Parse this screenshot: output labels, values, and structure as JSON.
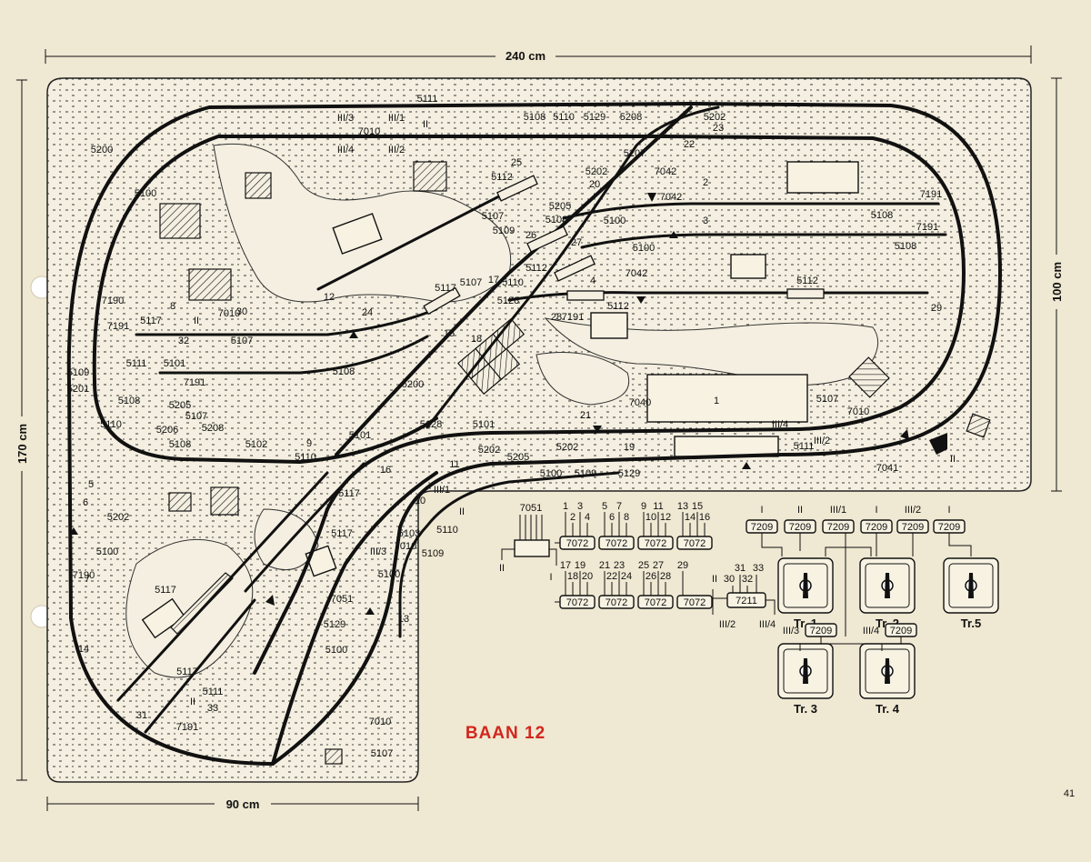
{
  "title": "BAAN 12",
  "page_number": "41",
  "dimensions": {
    "width": "240 cm",
    "height": "170 cm",
    "depth": "100 cm",
    "bottom": "90 cm"
  },
  "track_labels": [
    "5111",
    "5108",
    "5110",
    "5129",
    "5208",
    "5202",
    "23",
    "III/3",
    "III/1",
    "II",
    "7010",
    "III/4",
    "III/2",
    "22",
    "5207",
    "5200",
    "5100",
    "25",
    "5112",
    "5202",
    "20",
    "7042",
    "2",
    "7191",
    "5108",
    "7042",
    "3",
    "7191",
    "5108",
    "26",
    "5108",
    "27",
    "5205",
    "5100",
    "5109",
    "5107",
    "5100",
    "5112",
    "5110",
    "7042",
    "4",
    "5112",
    "5107",
    "17",
    "5128",
    "5117",
    "5112",
    "29",
    "7191",
    "28",
    "18",
    "15",
    "24",
    "12",
    "7190",
    "5117",
    "7191",
    "8",
    "7010",
    "30",
    "II",
    "32",
    "5107",
    "5111",
    "5101",
    "7191",
    "5108",
    "5200",
    "5201",
    "5109",
    "5108",
    "5205",
    "5107",
    "5110",
    "5206",
    "5208",
    "5108",
    "5102",
    "9",
    "5110",
    "5101",
    "5128",
    "5101",
    "5202",
    "16",
    "11",
    "5205",
    "5100",
    "5109",
    "5129",
    "5202",
    "19",
    "21",
    "7040",
    "1",
    "5107",
    "7010",
    "III/4",
    "5111",
    "III/2",
    "II",
    "7041",
    "5",
    "6",
    "5202",
    "5100",
    "7",
    "5117",
    "5117",
    "10",
    "III/1",
    "II",
    "5103",
    "5110",
    "7010",
    "5109",
    "III/3",
    "5100",
    "5117",
    "7051",
    "5129",
    "13",
    "14",
    "5100",
    "5117",
    "5111",
    "II",
    "33",
    "31",
    "7191",
    "7010",
    "5107",
    "7190",
    "5100"
  ],
  "panel": {
    "c7051": "7051",
    "sw_groups": [
      {
        "top": [
          "1",
          "3"
        ],
        "bottom": [
          "2",
          "4"
        ],
        "label": "7072"
      },
      {
        "top": [
          "5",
          "7"
        ],
        "bottom": [
          "6",
          "8"
        ],
        "label": "7072"
      },
      {
        "top": [
          "9",
          "11"
        ],
        "bottom": [
          "10",
          "12"
        ],
        "label": "7072"
      },
      {
        "top": [
          "13",
          "15"
        ],
        "bottom": [
          "14",
          "16"
        ],
        "label": "7072"
      }
    ],
    "sw_groups2": [
      {
        "top": [
          "17",
          "19"
        ],
        "bottom": [
          "18",
          "20"
        ],
        "label": "7072"
      },
      {
        "top": [
          "21",
          "23"
        ],
        "bottom": [
          "22",
          "24"
        ],
        "label": "7072"
      },
      {
        "top": [
          "25",
          "27"
        ],
        "bottom": [
          "26",
          "28"
        ],
        "label": "7072"
      },
      {
        "top": [
          "29"
        ],
        "bottom": [],
        "label": "7072"
      }
    ],
    "relay": {
      "label": "7211",
      "nums": [
        "30",
        "31",
        "32",
        "33"
      ],
      "in": "II",
      "out1": "III/2",
      "out2": "III/4"
    },
    "roman": [
      "II",
      "I"
    ],
    "trafo_top_labels": [
      "I",
      "II",
      "III/1",
      "I",
      "III/2",
      "I"
    ],
    "trafo_boxes": [
      "7209",
      "7209",
      "7209",
      "7209",
      "7209",
      "7209"
    ],
    "transformers": [
      "Tr. 1",
      "Tr. 2",
      "Tr.5",
      "Tr. 3",
      "Tr. 4"
    ],
    "lower": {
      "l1": "III/3",
      "b1": "7209",
      "l2": "III/4",
      "b2": "7209"
    }
  }
}
